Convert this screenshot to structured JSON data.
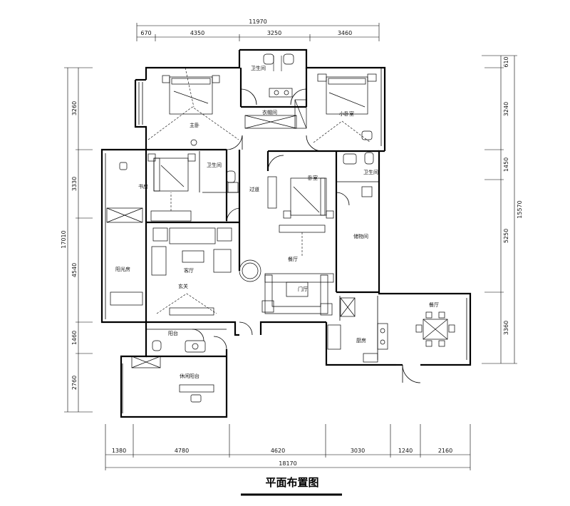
{
  "title": "平面布置图",
  "top_dims": {
    "total": "11970",
    "segments": [
      "670",
      "4350",
      "3250",
      "3460"
    ]
  },
  "bottom_dims": {
    "total": "18170",
    "segments": [
      "1380",
      "4780",
      "4620",
      "3030",
      "1240",
      "2160"
    ]
  },
  "left_dims": {
    "total": "17010",
    "segments": [
      "3260",
      "3330",
      "4540",
      "1460",
      "2760"
    ]
  },
  "right_dims": {
    "total": "15570",
    "segments": [
      "610",
      "3240",
      "1450",
      "5250",
      "3360"
    ]
  },
  "rooms": {
    "bath_top": "卫生间",
    "master_bedroom": "主卧",
    "bedroom_top_right": "小卧室",
    "closet": "衣帽间",
    "study": "书房",
    "bath_small": "卫生间",
    "corridor": "过道",
    "bath_right": "卫生间",
    "bedroom_mid": "卧室",
    "storage": "储物间",
    "sunroom": "阳光房",
    "living_room": "客厅",
    "dining_room": "餐厅",
    "entry": "玄关",
    "kitchen": "厨房",
    "balcony": "阳台",
    "dining_balcony": "餐厅",
    "leisure": "休闲阳台",
    "porch": "门厅"
  }
}
